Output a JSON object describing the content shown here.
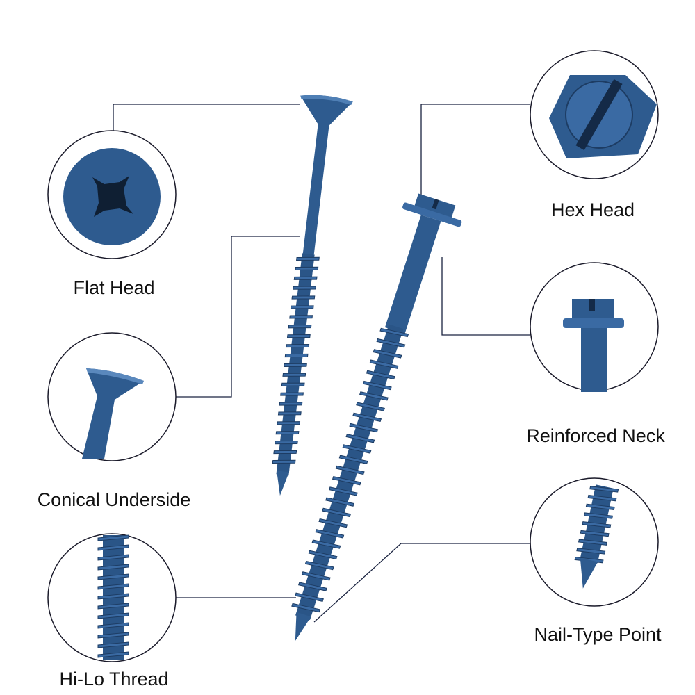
{
  "labels": {
    "flat_head": "Flat Head",
    "conical_underside": "Conical Underside",
    "hi_lo_thread": "Hi-Lo Thread",
    "hex_head": "Hex Head",
    "reinforced_neck": "Reinforced Neck",
    "nail_type_point": "Nail-Type Point"
  },
  "colors": {
    "screw_blue": "#2e5b8f",
    "screw_dark": "#1d3c63",
    "screw_light": "#4f7fb5",
    "outline": "#1a1a2a"
  }
}
